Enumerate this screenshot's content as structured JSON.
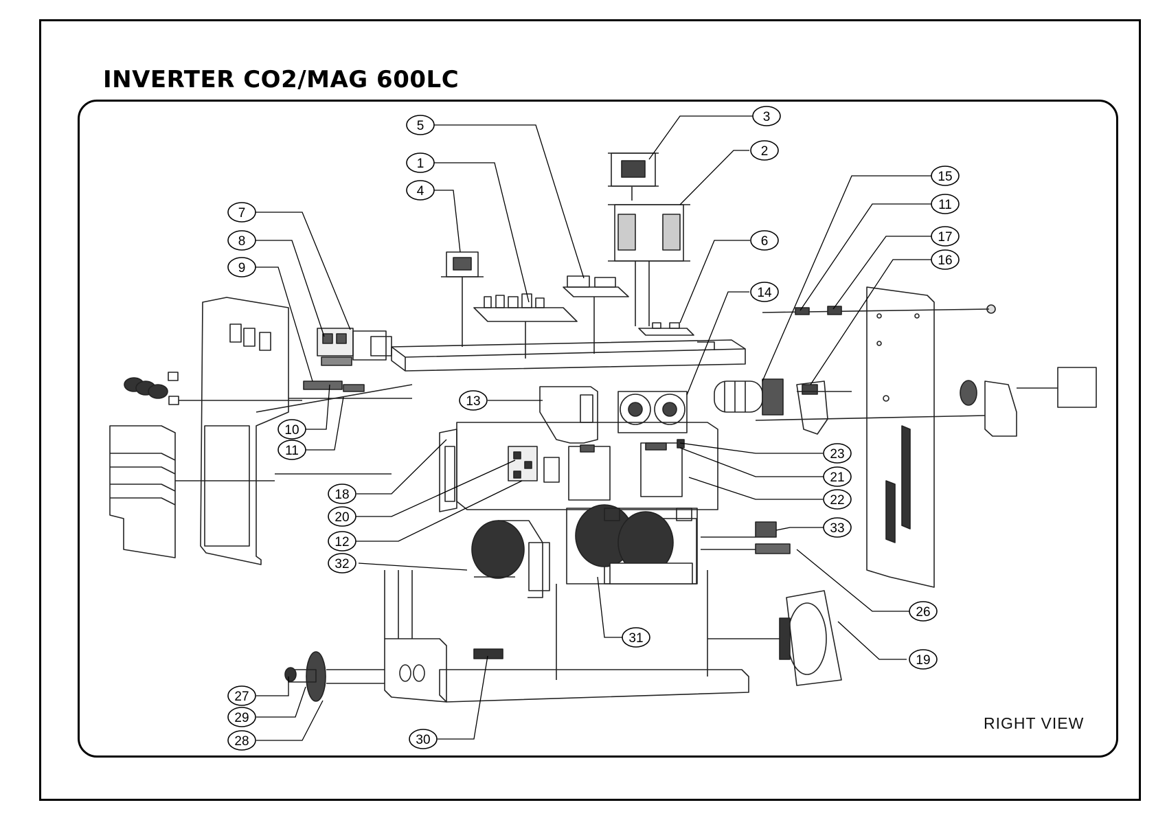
{
  "title": "INVERTER CO2/MAG 600LC",
  "view_label": "RIGHT VIEW",
  "callouts": [
    "1",
    "2",
    "3",
    "4",
    "5",
    "6",
    "7",
    "8",
    "9",
    "10",
    "11",
    "11",
    "12",
    "13",
    "14",
    "15",
    "16",
    "17",
    "18",
    "19",
    "20",
    "21",
    "22",
    "23",
    "26",
    "27",
    "28",
    "29",
    "30",
    "31",
    "32",
    "33"
  ]
}
